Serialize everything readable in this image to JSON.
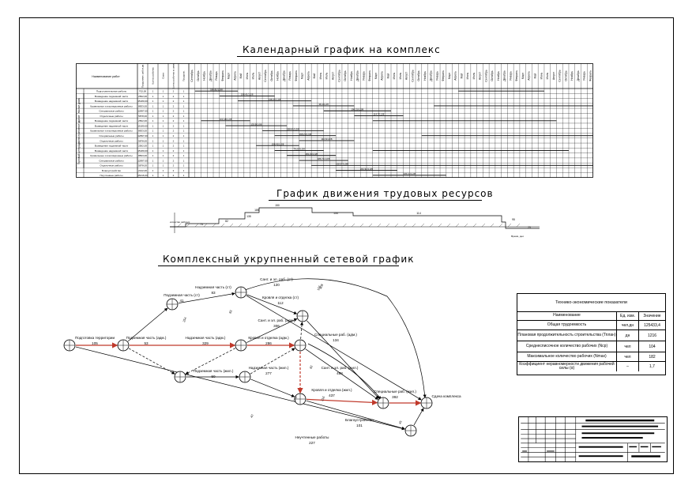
{
  "titles": {
    "calendar": "Календарный график на комплекс",
    "resources": "График движения трудовых ресурсов",
    "network": "Комплексный укрупненный сетевой график"
  },
  "calendar_table": {
    "header_left": "Наименование работ",
    "header_cols": [
      "Продолжит. работ дн.",
      "Кол-во рабочих",
      "Смен",
      "Кол-во рабочих в смену",
      "Продолж."
    ],
    "months": [
      "Сентябрь",
      "Октябрь",
      "Ноябрь",
      "Декабрь",
      "Январь",
      "Февраль",
      "Март",
      "Апрель",
      "Май",
      "Июнь",
      "Июль",
      "Август"
    ],
    "rows": [
      {
        "name": "Подготовительные работы",
        "val": "702,00"
      },
      {
        "name": "Возведение подземной части",
        "val": "2562,00"
      },
      {
        "name": "Возведение надземной части",
        "val": "15180,00"
      },
      {
        "name": "Кровельные и изоляционные работы",
        "val": "8833,00"
      },
      {
        "name": "Специальные работы",
        "val": "12897,00"
      },
      {
        "name": "Отделочные работы",
        "val": "5878,00"
      },
      {
        "name": "Возведение подземной части",
        "val": "2562,00"
      },
      {
        "name": "Возведение надземной части",
        "val": "15180,00"
      },
      {
        "name": "Кровельные и изоляционные работы",
        "val": "8833,00"
      },
      {
        "name": "Специальные работы",
        "val": "12897,00"
      },
      {
        "name": "Отделочные работы",
        "val": "5878,00"
      },
      {
        "name": "Возведение подземной части",
        "val": "2562,00"
      },
      {
        "name": "Возведение надземной части",
        "val": "15180,00"
      },
      {
        "name": "Кровельные и изоляционные работы",
        "val": "8833,00"
      },
      {
        "name": "Специальные работы",
        "val": "12897,00"
      },
      {
        "name": "Отделочные работы",
        "val": "5878,00"
      },
      {
        "name": "Благоустройство",
        "val": "2142,00"
      },
      {
        "name": "Неучтенные работы",
        "val": "15416,00"
      }
    ],
    "group_labels": [
      "Жилые дома",
      "Административное здание",
      "Торговый центр"
    ],
    "bar_labels": [
      "196,81/1,0/8",
      "198,41/1,1/8",
      "138,37/1,2/8",
      "38,1/1,2/8",
      "196,21/1,2/8",
      "114,7/1,2/8",
      "103,18/1,2/8",
      "133,9/1,0/8",
      "198,41/1,2/8",
      "168,21/1,0/8",
      "110,6/1,0/8",
      "198,41/1,2/8",
      "79,23/1,2/8",
      "183,19/1,0/8",
      "186,71/1,0/8",
      "218,37/1,0/8",
      "201,91/1,2/8",
      "136,41/1,2/8"
    ]
  },
  "resources_chart": {
    "y_label": "Количество рабочих",
    "x_label": "Время, дни",
    "levels": [
      "75",
      "82",
      "135",
      "185",
      "150",
      "134",
      "114",
      "95",
      "25"
    ]
  },
  "network": {
    "works": [
      {
        "name": "Подготовка территории",
        "dur": "105"
      },
      {
        "name": "Подземная часть (адм.)",
        "dur": "53"
      },
      {
        "name": "Подземная часть (ст)",
        "dur": "41"
      },
      {
        "name": "Надземная часть (ст)",
        "dur": "83"
      },
      {
        "name": "Надземная часть (адм.)",
        "dur": "329"
      },
      {
        "name": "Кровля и отделка (адм.)",
        "dur": "286"
      },
      {
        "name": "Сант. и эл. раб. (ст)",
        "dur": "120"
      },
      {
        "name": "Кровля и отделка (ст)",
        "dur": "112"
      },
      {
        "name": "Сант. и эл. раб. (адм.)",
        "dur": "306"
      },
      {
        "name": "Специальные раб. (адм.)",
        "dur": "134"
      },
      {
        "name": "Подземная часть (жил.)",
        "dur": "50"
      },
      {
        "name": "Надземная часть (жил.)",
        "dur": "277"
      },
      {
        "name": "Сант. и эл. раб. (жил.)",
        "dur": "488"
      },
      {
        "name": "Кровля и отделка (жил.)",
        "dur": "437"
      },
      {
        "name": "Специальные раб. (жил.)",
        "dur": "392"
      },
      {
        "name": "Сдача комплекса",
        "dur": ""
      },
      {
        "name": "Благоустройство",
        "dur": "101"
      },
      {
        "name": "Неучтенные работы",
        "dur": "227"
      }
    ],
    "dummy_labels": [
      "254",
      "156",
      "83",
      "408",
      "40",
      "218",
      "45",
      "216",
      "82"
    ]
  },
  "tep_table": {
    "title": "Технико-экономические показатели",
    "col_name": "Наименование",
    "col_unit": "Ед. изм.",
    "col_value": "Значение",
    "rows": [
      {
        "name": "Общая трудоемкость",
        "unit": "чел.дн",
        "value": "125433,4"
      },
      {
        "name": "Плановая продолжительность строительства (Тплан)",
        "unit": "дн",
        "value": "1216"
      },
      {
        "name": "Среднесписочное количество рабочих (Nср)",
        "unit": "чел",
        "value": "104"
      },
      {
        "name": "Максимальное количество рабочих (Nmax)",
        "unit": "чел",
        "value": "182"
      },
      {
        "name": "Коэффициент неравномерности движения рабочей силы (α)",
        "unit": "–",
        "value": "1,7"
      }
    ]
  }
}
